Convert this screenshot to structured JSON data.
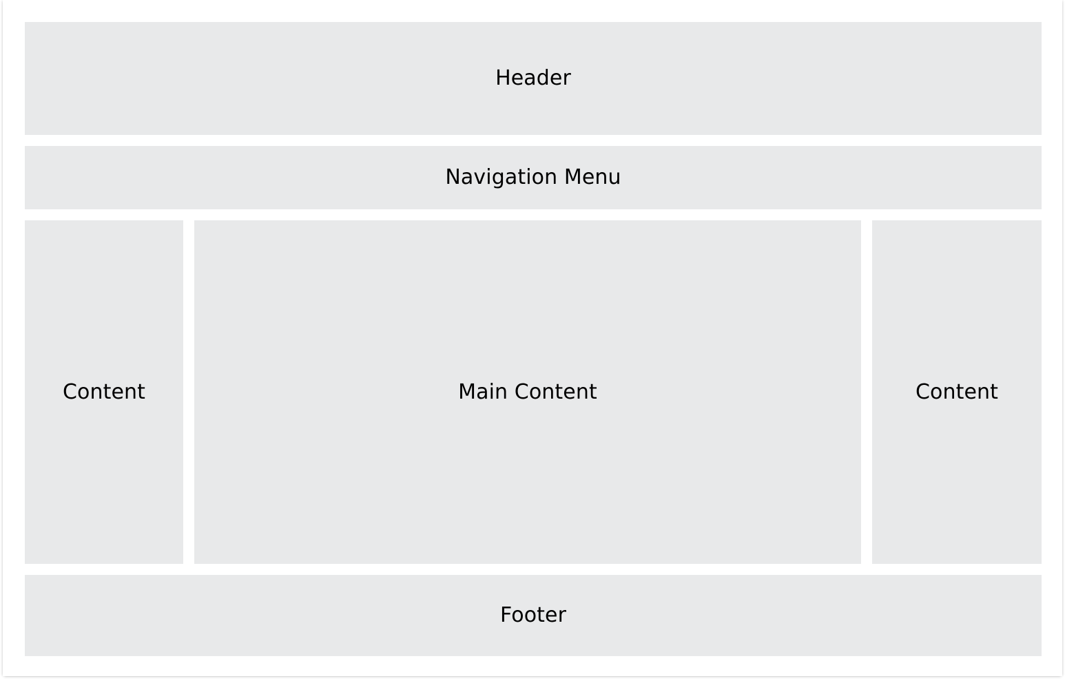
{
  "page": {
    "background_color": "#ffffff",
    "block_fill_color": "#e8e9ea",
    "text_color": "#000000"
  },
  "layout": {
    "header": {
      "label": "Header",
      "name": "header"
    },
    "navigation": {
      "label": "Navigation Menu",
      "name": "navigation-menu"
    },
    "content_row": {
      "left_sidebar": {
        "label": "Content",
        "name": "left-sidebar"
      },
      "main": {
        "label": "Main Content",
        "name": "main-content"
      },
      "right_sidebar": {
        "label": "Content",
        "name": "right-sidebar"
      }
    },
    "footer": {
      "label": "Footer",
      "name": "footer"
    }
  }
}
